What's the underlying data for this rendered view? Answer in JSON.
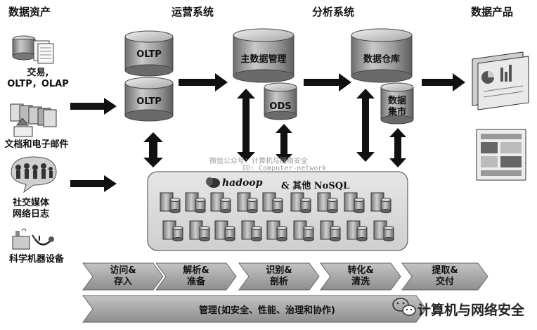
{
  "headers": {
    "data_assets": "数据资产",
    "operations": "运营系统",
    "analytics": "分析系统",
    "data_products": "数据产品"
  },
  "sources": {
    "transactions_line1": "交易,",
    "transactions_line2": "OLTP，OLAP",
    "documents": "文档和电子邮件",
    "social_line1": "社交媒体",
    "social_line2": "网络日志",
    "scientific": "科学机器设备"
  },
  "systems": {
    "oltp_top": "OLTP",
    "oltp_bottom": "OLTP",
    "master_data": "主数据管理",
    "ods": "ODS",
    "data_warehouse": "数据仓库",
    "data_mart_line1": "数据",
    "data_mart_line2": "集市"
  },
  "hadoop": {
    "logo": "hadoop",
    "label": "& 其他 NoSQL"
  },
  "watermark": {
    "line1": "微信公众号：计算机与网络安全",
    "line2": "ID: Computer-network"
  },
  "stages": [
    {
      "line1": "访问&",
      "line2": "存入"
    },
    {
      "line1": "解析&",
      "line2": "准备"
    },
    {
      "line1": "识别&",
      "line2": "剖析"
    },
    {
      "line1": "转化&",
      "line2": "清洗"
    },
    {
      "line1": "提取&",
      "line2": "交付"
    }
  ],
  "management": "管理(如安全、性能、治理和协作)",
  "brand": "计算机与网络安全",
  "colors": {
    "cylinder_dark": "#7a7a7a",
    "cylinder_light": "#d8d8d8",
    "arrow": "#111111",
    "stage_fill": "#a9a9a9",
    "hadoop_fill": "#dcdcdc"
  }
}
